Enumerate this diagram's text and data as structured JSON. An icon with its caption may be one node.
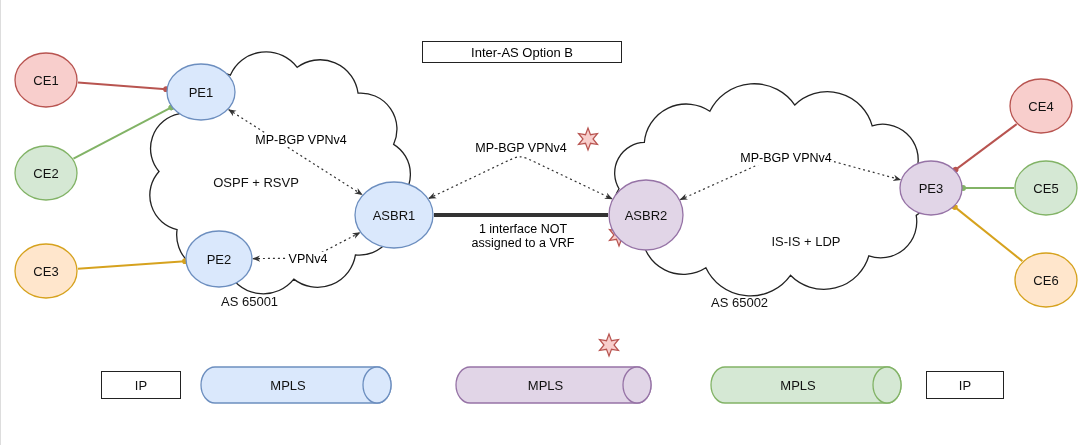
{
  "diagram": {
    "title": "Inter-AS Option B",
    "nodes": [
      {
        "text": [
          "OSPF + RSVP"
        ],
        "beside": [
          "AS 65001"
        ]
      },
      {
        "text": [
          "IS-IS + LDP"
        ],
        "beside": [
          "AS 65002"
        ]
      },
      {
        "text": [
          "CE1"
        ]
      },
      {
        "text": [
          "CE2"
        ]
      },
      {
        "text": [
          "CE3"
        ]
      },
      {
        "text": [
          "PE1"
        ],
        "in": 0
      },
      {
        "text": [
          "PE2"
        ],
        "in": 0
      },
      {
        "text": [
          "ASBR1"
        ]
      },
      {
        "text": [
          "ASBR2"
        ],
        "in": 1
      },
      {
        "text": [
          "PE3"
        ]
      },
      {
        "text": [
          "CE4"
        ]
      },
      {
        "text": [
          "CE5"
        ]
      },
      {
        "text": [
          "CE6"
        ]
      },
      {
        "text": [
          "IP"
        ]
      },
      {
        "text": [
          "MPLS"
        ]
      },
      {
        "text": [
          "MPLS"
        ]
      },
      {
        "text": [
          "MPLS"
        ]
      },
      {
        "text": [
          "IP"
        ]
      }
    ],
    "edges": [
      {
        "from": 2,
        "to": 5,
        "arrow": "other",
        "color": "#b85450"
      },
      {
        "from": 3,
        "to": 5,
        "arrow": "other",
        "color": "#82b366"
      },
      {
        "from": 4,
        "to": 6,
        "arrow": "other",
        "color": "#d6a21e"
      },
      {
        "from": 5,
        "to": 7,
        "arrow": "both",
        "style": "dashed",
        "label": "MP-BGP VPNv4"
      },
      {
        "from": 6,
        "to": 7,
        "arrow": "both",
        "style": "dashed",
        "label": "VPNv4"
      },
      {
        "from": 7,
        "to": 8,
        "arrow": "both",
        "style": "dashed",
        "label": "MP-BGP VPNv4"
      },
      {
        "from": 7,
        "to": 8,
        "arrow": "none",
        "style": "thick",
        "label": "1 interface NOT assigned to a VRF"
      },
      {
        "from": 8,
        "to": 9,
        "arrow": "both",
        "style": "dashed",
        "label": "MP-BGP VPNv4"
      },
      {
        "from": 10,
        "to": 9,
        "arrow": "other",
        "color": "#b85450"
      },
      {
        "from": 11,
        "to": 9,
        "arrow": "other",
        "color": "#82b366"
      },
      {
        "from": 12,
        "to": 9,
        "arrow": "other",
        "color": "#d6a21e"
      }
    ]
  }
}
